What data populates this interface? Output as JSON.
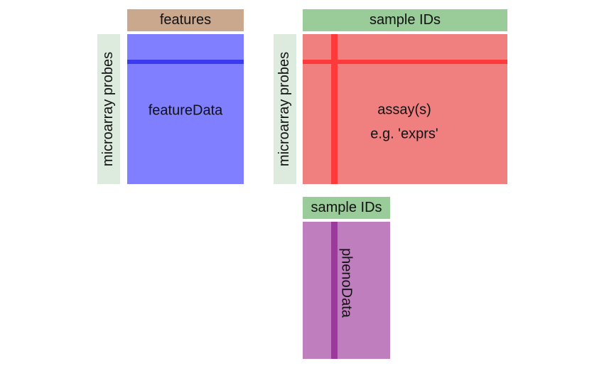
{
  "colors": {
    "features_header": "#c9a88e",
    "sample_header": "#99cc99",
    "side_label": "#ddebde",
    "feature_block": "#7f7fff",
    "feature_stripe": "#3a3aee",
    "assay_block": "#f08080",
    "assay_stripe": "#ff3a3a",
    "pheno_block": "#bf7fbf",
    "pheno_stripe": "#9a3a9a"
  },
  "feature_panel": {
    "header": "features",
    "side_label": "microarray probes",
    "block_label": "featureData"
  },
  "assay_panel": {
    "header": "sample IDs",
    "side_label": "microarray probes",
    "block_label": "assay(s)",
    "block_sublabel": "e.g. 'exprs'"
  },
  "pheno_panel": {
    "header": "sample IDs",
    "block_label": "phenoData"
  }
}
